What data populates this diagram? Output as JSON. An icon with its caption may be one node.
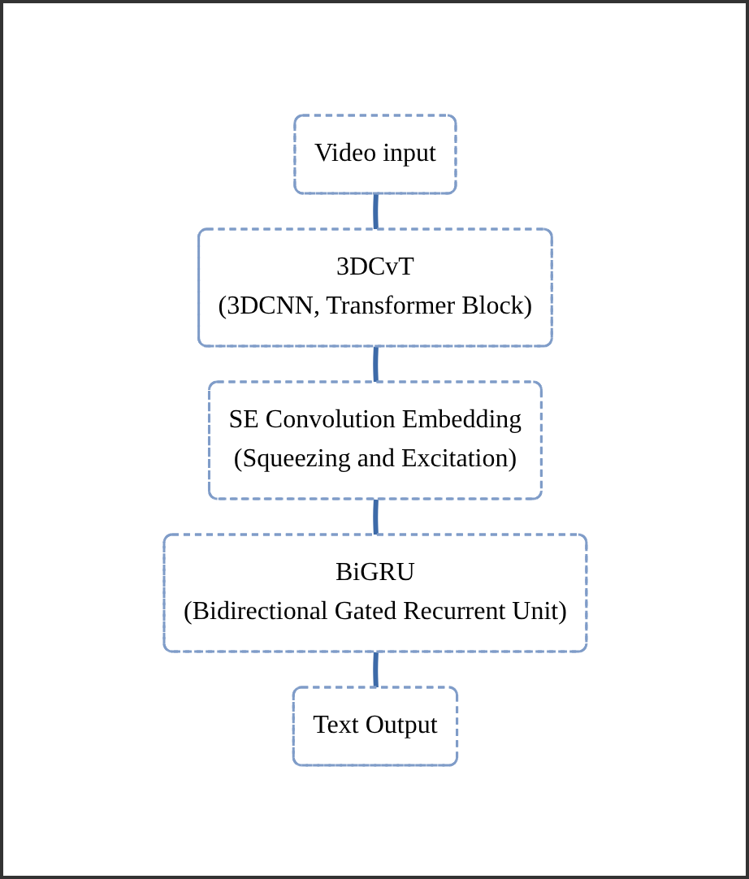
{
  "diagram": {
    "nodes": [
      {
        "text": [
          "Video input"
        ]
      },
      {
        "text": [
          "3DCvT",
          "(3DCNN, Transformer Block)"
        ]
      },
      {
        "text": [
          "SE Convolution Embedding",
          "(Squeezing and Excitation)"
        ]
      },
      {
        "text": [
          "BiGRU",
          "(Bidirectional Gated Recurrent Unit)"
        ]
      },
      {
        "text": [
          "Text Output"
        ]
      }
    ],
    "edges": [
      {
        "from": 0,
        "to": 1,
        "arrow": "none"
      },
      {
        "from": 1,
        "to": 2,
        "arrow": "none"
      },
      {
        "from": 2,
        "to": 3,
        "arrow": "none"
      },
      {
        "from": 3,
        "to": 4,
        "arrow": "none"
      }
    ]
  }
}
